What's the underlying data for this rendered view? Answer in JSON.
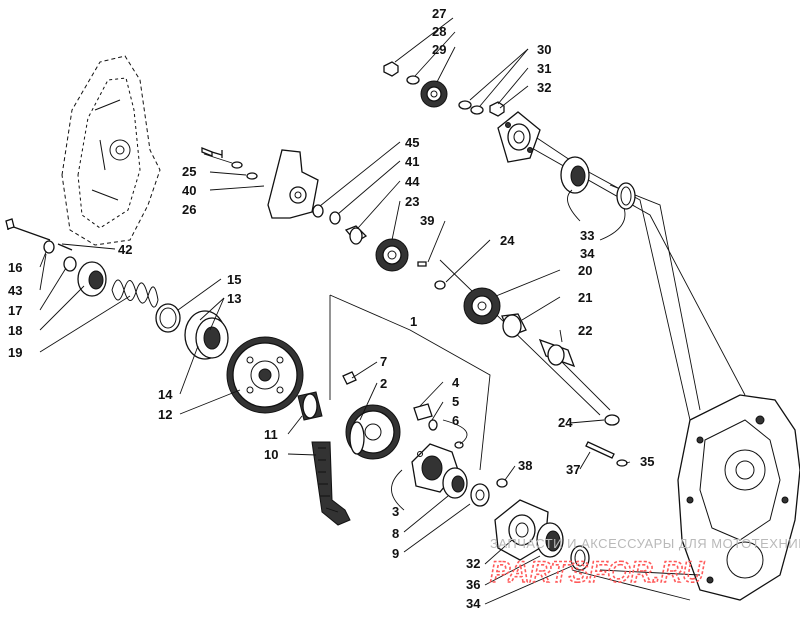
{
  "diagram": {
    "callouts": [
      "1",
      "2",
      "3",
      "4",
      "5",
      "6",
      "7",
      "8",
      "9",
      "10",
      "11",
      "12",
      "13",
      "14",
      "15",
      "16",
      "17",
      "18",
      "19",
      "20",
      "21",
      "22",
      "23",
      "24",
      "25",
      "26",
      "27",
      "28",
      "29",
      "30",
      "31",
      "32",
      "33",
      "34",
      "35",
      "36",
      "37",
      "38",
      "39",
      "40",
      "41",
      "42",
      "43",
      "44",
      "45"
    ],
    "labels": {
      "l27": "27",
      "l28": "28",
      "l29": "29",
      "l30": "30",
      "l31": "31",
      "l32a": "32",
      "l45": "45",
      "l41": "41",
      "l44": "44",
      "l23": "23",
      "l39": "39",
      "l24a": "24",
      "l20": "20",
      "l21": "21",
      "l22": "22",
      "l33": "33",
      "l34a": "34",
      "l25": "25",
      "l40": "40",
      "l26": "26",
      "l16": "16",
      "l42": "42",
      "l43": "43",
      "l17": "17",
      "l18": "18",
      "l19": "19",
      "l15": "15",
      "l13": "13",
      "l14": "14",
      "l12": "12",
      "l1": "1",
      "l7": "7",
      "l2": "2",
      "l4": "4",
      "l5": "5",
      "l6": "6",
      "l11": "11",
      "l10": "10",
      "l24b": "24",
      "l37": "37",
      "l35": "35",
      "l38": "38",
      "l3": "3",
      "l8": "8",
      "l9": "9",
      "l32b": "32",
      "l36": "36",
      "l34b": "34"
    }
  },
  "watermark": {
    "caption": "ЗАПЧАСТИ И АКСЕССУАРЫ ДЛЯ МОТОТЕХНИКИ",
    "brand": "PARTSFOR.RU",
    "brand_color": "#ff5a5a"
  }
}
